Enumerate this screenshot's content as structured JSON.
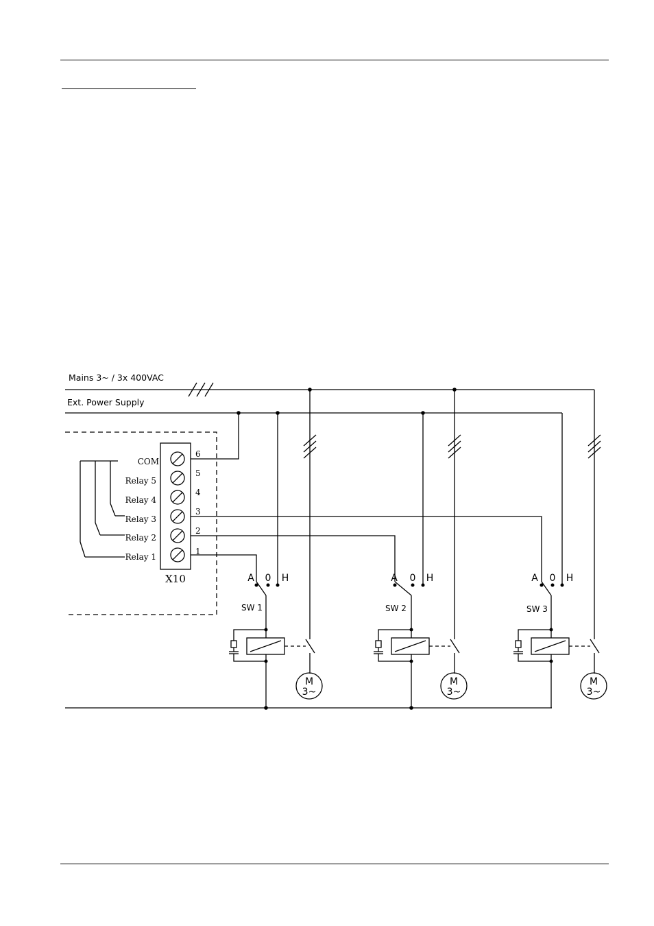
{
  "diagram": {
    "mains_label": "Mains 3~ / 3x 400VAC",
    "ext_supply_label": "Ext. Power Supply",
    "terminal_block_label": "X10",
    "terminals": [
      {
        "num": "6",
        "name": "COM"
      },
      {
        "num": "5",
        "name": "Relay 5"
      },
      {
        "num": "4",
        "name": "Relay 4"
      },
      {
        "num": "3",
        "name": "Relay 3"
      },
      {
        "num": "2",
        "name": "Relay 2"
      },
      {
        "num": "1",
        "name": "Relay 1"
      }
    ],
    "switches": [
      {
        "label": "SW 1",
        "pos_a": "A",
        "pos_0": "0",
        "pos_h": "H"
      },
      {
        "label": "SW 2",
        "pos_a": "A",
        "pos_0": "0",
        "pos_h": "H"
      },
      {
        "label": "SW 3",
        "pos_a": "A",
        "pos_0": "0",
        "pos_h": "H"
      }
    ],
    "motor_label_top": "M",
    "motor_label_bottom": "3~"
  }
}
